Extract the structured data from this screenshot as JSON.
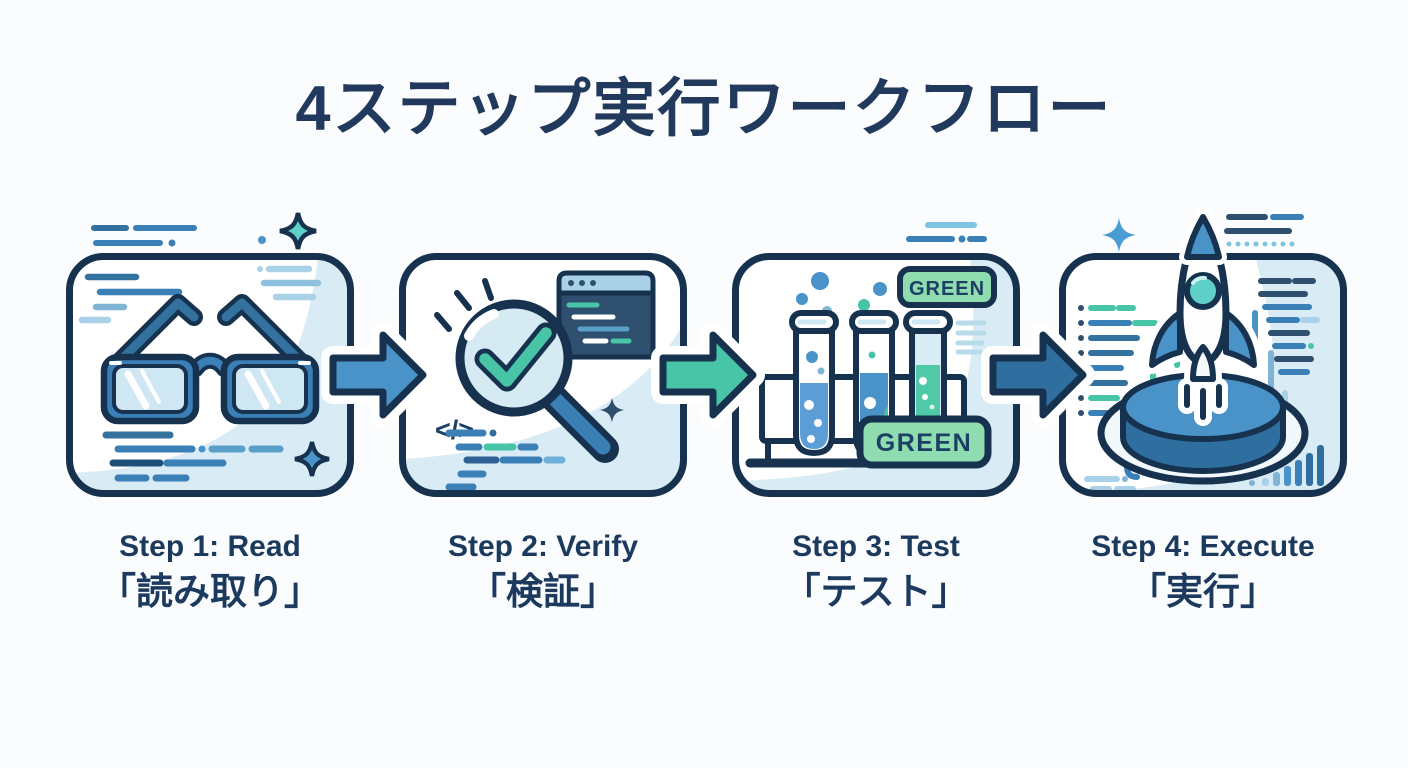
{
  "title": "4ステップ実行ワークフロー",
  "steps": [
    {
      "label_en": "Step 1: Read",
      "label_ja": "「読み取り」",
      "icon": "glasses-icon"
    },
    {
      "label_en": "Step 2: Verify",
      "label_ja": "「検証」",
      "icon": "magnifier-check-icon"
    },
    {
      "label_en": "Step 3: Test",
      "label_ja": "「テスト」",
      "icon": "test-tubes-icon",
      "badge_top": "GREEN",
      "badge_bottom": "GREEN"
    },
    {
      "label_en": "Step 4: Execute",
      "label_ja": "「実行」",
      "icon": "rocket-launch-icon"
    }
  ],
  "code_symbol": "</>",
  "arrows": [
    {
      "color": "#4a93c9"
    },
    {
      "color": "#47c5a6"
    },
    {
      "color": "#2f6f9f"
    }
  ],
  "colors": {
    "title_text": "#20395c",
    "label_text": "#1c3a5e",
    "card_border": "#16324f",
    "card_wash": "#d9ecf5",
    "badge_green_fill": "#8fdcb0",
    "badge_text": "#1c3f63",
    "accent_blue": "#4a93c9",
    "accent_teal": "#47c5a6",
    "accent_dark_blue": "#2f6f9f"
  }
}
